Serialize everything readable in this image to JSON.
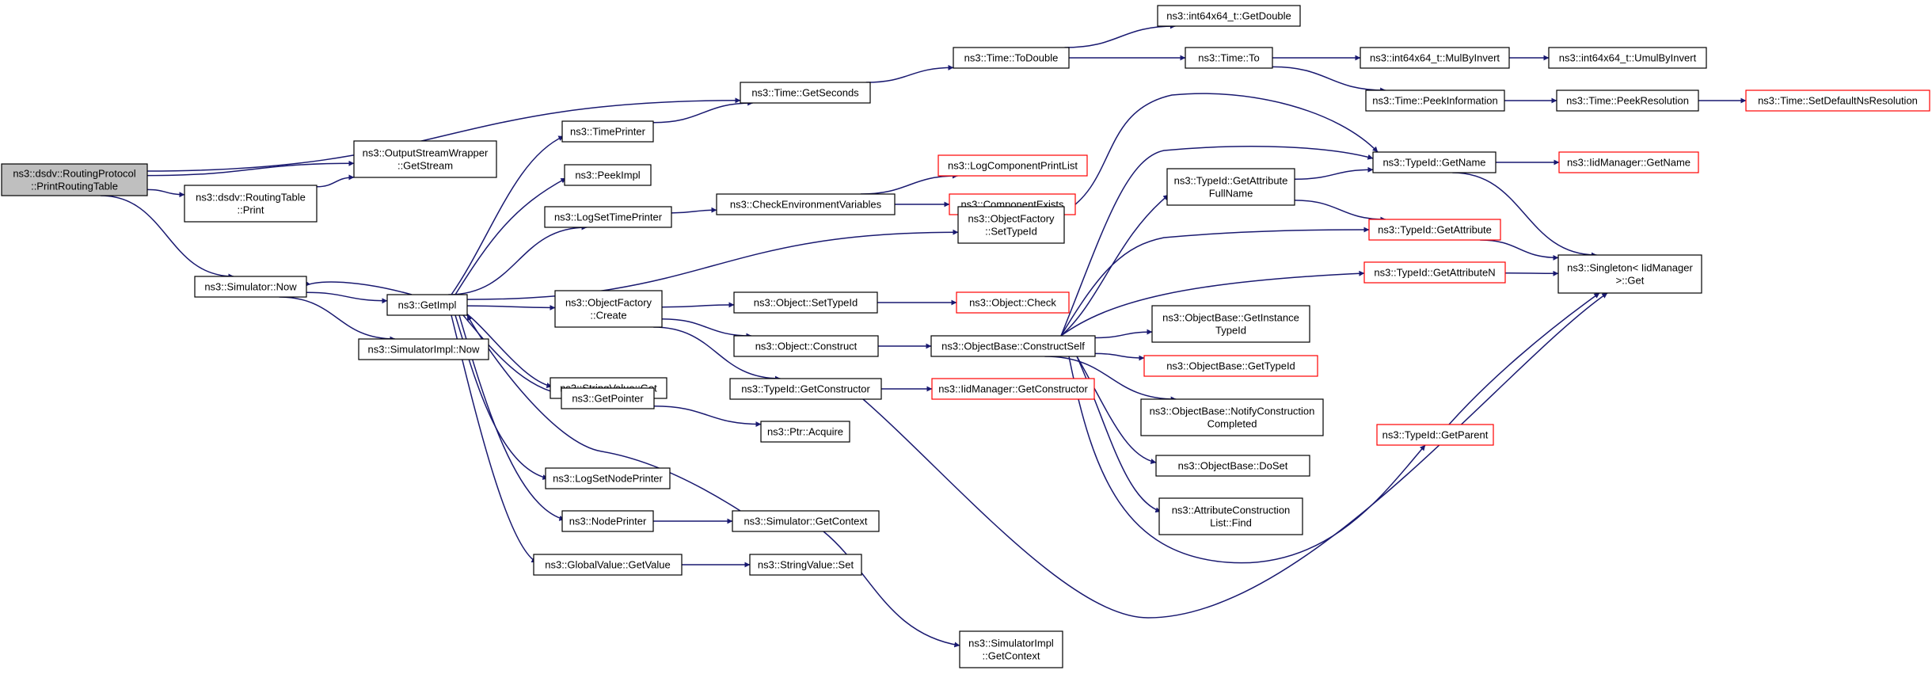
{
  "colors": {
    "edge": "#191970",
    "node_border": "#000000",
    "node_border_truncated": "#ff0000",
    "root_fill": "#bfbfbf",
    "node_fill": "#ffffff"
  },
  "nodes": [
    {
      "id": "root",
      "lines": [
        "ns3::dsdv::RoutingProtocol",
        "::PrintRoutingTable"
      ],
      "style": "root"
    },
    {
      "id": "oswrap",
      "lines": [
        "ns3::OutputStreamWrapper",
        "::GetStream"
      ],
      "style": "normal"
    },
    {
      "id": "rtprint",
      "lines": [
        "ns3::dsdv::RoutingTable",
        "::Print"
      ],
      "style": "normal"
    },
    {
      "id": "simnow",
      "lines": [
        "ns3::Simulator::Now"
      ],
      "style": "normal"
    },
    {
      "id": "getimpl",
      "lines": [
        "ns3::GetImpl"
      ],
      "style": "normal"
    },
    {
      "id": "simimplnow",
      "lines": [
        "ns3::SimulatorImpl::Now"
      ],
      "style": "normal"
    },
    {
      "id": "timeprinter",
      "lines": [
        "ns3::TimePrinter"
      ],
      "style": "normal"
    },
    {
      "id": "peekimpl",
      "lines": [
        "ns3::PeekImpl"
      ],
      "style": "normal"
    },
    {
      "id": "logsettime",
      "lines": [
        "ns3::LogSetTimePrinter"
      ],
      "style": "normal"
    },
    {
      "id": "ofcreate",
      "lines": [
        "ns3::ObjectFactory",
        "::Create"
      ],
      "style": "normal"
    },
    {
      "id": "svget",
      "lines": [
        "ns3::StringValue::Get"
      ],
      "style": "normal"
    },
    {
      "id": "getpointer",
      "lines": [
        "ns3::GetPointer"
      ],
      "style": "normal"
    },
    {
      "id": "logsetnode",
      "lines": [
        "ns3::LogSetNodePrinter"
      ],
      "style": "normal"
    },
    {
      "id": "nodeprinter",
      "lines": [
        "ns3::NodePrinter"
      ],
      "style": "normal"
    },
    {
      "id": "gvgetvalue",
      "lines": [
        "ns3::GlobalValue::GetValue"
      ],
      "style": "normal"
    },
    {
      "id": "getseconds",
      "lines": [
        "ns3::Time::GetSeconds"
      ],
      "style": "normal"
    },
    {
      "id": "checkenv",
      "lines": [
        "ns3::CheckEnvironmentVariables"
      ],
      "style": "normal"
    },
    {
      "id": "objsettypeid",
      "lines": [
        "ns3::Object::SetTypeId"
      ],
      "style": "normal"
    },
    {
      "id": "objconstruct",
      "lines": [
        "ns3::Object::Construct"
      ],
      "style": "normal"
    },
    {
      "id": "tidgetctor",
      "lines": [
        "ns3::TypeId::GetConstructor"
      ],
      "style": "normal"
    },
    {
      "id": "ptracquire",
      "lines": [
        "ns3::Ptr::Acquire"
      ],
      "style": "normal"
    },
    {
      "id": "simgetctx",
      "lines": [
        "ns3::Simulator::GetContext"
      ],
      "style": "normal"
    },
    {
      "id": "svset",
      "lines": [
        "ns3::StringValue::Set"
      ],
      "style": "normal"
    },
    {
      "id": "todouble",
      "lines": [
        "ns3::Time::ToDouble"
      ],
      "style": "normal"
    },
    {
      "id": "logcompprint",
      "lines": [
        "ns3::LogComponentPrintList"
      ],
      "style": "truncated"
    },
    {
      "id": "compexists",
      "lines": [
        "ns3::ComponentExists"
      ],
      "style": "truncated"
    },
    {
      "id": "ofsettypeid",
      "lines": [
        "ns3::ObjectFactory",
        "::SetTypeId"
      ],
      "style": "normal"
    },
    {
      "id": "objcheck",
      "lines": [
        "ns3::Object::Check"
      ],
      "style": "truncated"
    },
    {
      "id": "obconstructself",
      "lines": [
        "ns3::ObjectBase::ConstructSelf"
      ],
      "style": "normal"
    },
    {
      "id": "iidgetctor",
      "lines": [
        "ns3::IidManager::GetConstructor"
      ],
      "style": "truncated"
    },
    {
      "id": "simimplgetctx",
      "lines": [
        "ns3::SimulatorImpl",
        "::GetContext"
      ],
      "style": "normal"
    },
    {
      "id": "i64getdouble",
      "lines": [
        "ns3::int64x64_t::GetDouble"
      ],
      "style": "normal"
    },
    {
      "id": "timeto",
      "lines": [
        "ns3::Time::To"
      ],
      "style": "normal"
    },
    {
      "id": "tidgetattrfull",
      "lines": [
        "ns3::TypeId::GetAttribute",
        "FullName"
      ],
      "style": "normal"
    },
    {
      "id": "obgetinsttid",
      "lines": [
        "ns3::ObjectBase::GetInstance",
        "TypeId"
      ],
      "style": "normal"
    },
    {
      "id": "obgettid",
      "lines": [
        "ns3::ObjectBase::GetTypeId"
      ],
      "style": "truncated"
    },
    {
      "id": "obnotify",
      "lines": [
        "ns3::ObjectBase::NotifyConstruction",
        "Completed"
      ],
      "style": "normal"
    },
    {
      "id": "obdoset",
      "lines": [
        "ns3::ObjectBase::DoSet"
      ],
      "style": "normal"
    },
    {
      "id": "acfind",
      "lines": [
        "ns3::AttributeConstruction",
        "List::Find"
      ],
      "style": "normal"
    },
    {
      "id": "mulbyinvert",
      "lines": [
        "ns3::int64x64_t::MulByInvert"
      ],
      "style": "normal"
    },
    {
      "id": "peekinfo",
      "lines": [
        "ns3::Time::PeekInformation"
      ],
      "style": "normal"
    },
    {
      "id": "tidgetname",
      "lines": [
        "ns3::TypeId::GetName"
      ],
      "style": "normal"
    },
    {
      "id": "tidgetattr",
      "lines": [
        "ns3::TypeId::GetAttribute"
      ],
      "style": "truncated"
    },
    {
      "id": "tidgetattrn",
      "lines": [
        "ns3::TypeId::GetAttributeN"
      ],
      "style": "truncated"
    },
    {
      "id": "tidgetparent",
      "lines": [
        "ns3::TypeId::GetParent"
      ],
      "style": "truncated"
    },
    {
      "id": "umulbyinvert",
      "lines": [
        "ns3::int64x64_t::UmulByInvert"
      ],
      "style": "normal"
    },
    {
      "id": "peekres",
      "lines": [
        "ns3::Time::PeekResolution"
      ],
      "style": "normal"
    },
    {
      "id": "iidgetname",
      "lines": [
        "ns3::IidManager::GetName"
      ],
      "style": "truncated"
    },
    {
      "id": "singletonget",
      "lines": [
        "ns3::Singleton< IidManager",
        " >::Get"
      ],
      "style": "normal"
    },
    {
      "id": "setdefaultres",
      "lines": [
        "ns3::Time::SetDefaultNsResolution"
      ],
      "style": "truncated"
    }
  ],
  "edges": [
    [
      "root",
      "getseconds"
    ],
    [
      "root",
      "oswrap"
    ],
    [
      "root",
      "rtprint"
    ],
    [
      "root",
      "simnow"
    ],
    [
      "rtprint",
      "oswrap"
    ],
    [
      "simnow",
      "getimpl"
    ],
    [
      "simnow",
      "simimplnow"
    ],
    [
      "getimpl",
      "timeprinter"
    ],
    [
      "getimpl",
      "peekimpl"
    ],
    [
      "getimpl",
      "logsettime"
    ],
    [
      "getimpl",
      "ofsettypeid"
    ],
    [
      "getimpl",
      "ofcreate"
    ],
    [
      "getimpl",
      "svget"
    ],
    [
      "getimpl",
      "getpointer"
    ],
    [
      "getimpl",
      "logsetnode"
    ],
    [
      "getimpl",
      "nodeprinter"
    ],
    [
      "getimpl",
      "gvgetvalue"
    ],
    [
      "getimpl",
      "simnow"
    ],
    [
      "timeprinter",
      "getseconds"
    ],
    [
      "logsettime",
      "checkenv"
    ],
    [
      "checkenv",
      "logcompprint"
    ],
    [
      "checkenv",
      "compexists"
    ],
    [
      "ofcreate",
      "objsettypeid"
    ],
    [
      "ofcreate",
      "objconstruct"
    ],
    [
      "ofcreate",
      "tidgetctor"
    ],
    [
      "objsettypeid",
      "objcheck"
    ],
    [
      "objconstruct",
      "obconstructself"
    ],
    [
      "tidgetctor",
      "iidgetctor"
    ],
    [
      "tidgetctor",
      "singletonget"
    ],
    [
      "getpointer",
      "ptracquire"
    ],
    [
      "nodeprinter",
      "simgetctx"
    ],
    [
      "simgetctx",
      "getimpl"
    ],
    [
      "simgetctx",
      "simimplgetctx"
    ],
    [
      "gvgetvalue",
      "svset"
    ],
    [
      "getseconds",
      "todouble"
    ],
    [
      "todouble",
      "i64getdouble"
    ],
    [
      "todouble",
      "timeto"
    ],
    [
      "timeto",
      "mulbyinvert"
    ],
    [
      "timeto",
      "peekinfo"
    ],
    [
      "mulbyinvert",
      "umulbyinvert"
    ],
    [
      "peekinfo",
      "peekres"
    ],
    [
      "peekres",
      "setdefaultres"
    ],
    [
      "ofsettypeid",
      "tidgetname"
    ],
    [
      "obconstructself",
      "tidgetattrfull"
    ],
    [
      "obconstructself",
      "tidgetname"
    ],
    [
      "obconstructself",
      "tidgetattr"
    ],
    [
      "obconstructself",
      "tidgetattrn"
    ],
    [
      "obconstructself",
      "obgetinsttid"
    ],
    [
      "obconstructself",
      "obgettid"
    ],
    [
      "obconstructself",
      "obnotify"
    ],
    [
      "obconstructself",
      "obdoset"
    ],
    [
      "obconstructself",
      "acfind"
    ],
    [
      "obconstructself",
      "tidgetparent"
    ],
    [
      "tidgetattrfull",
      "tidgetname"
    ],
    [
      "tidgetattrfull",
      "tidgetattr"
    ],
    [
      "tidgetname",
      "iidgetname"
    ],
    [
      "tidgetname",
      "singletonget"
    ],
    [
      "tidgetattr",
      "singletonget"
    ],
    [
      "tidgetattrn",
      "singletonget"
    ],
    [
      "tidgetparent",
      "singletonget"
    ]
  ]
}
